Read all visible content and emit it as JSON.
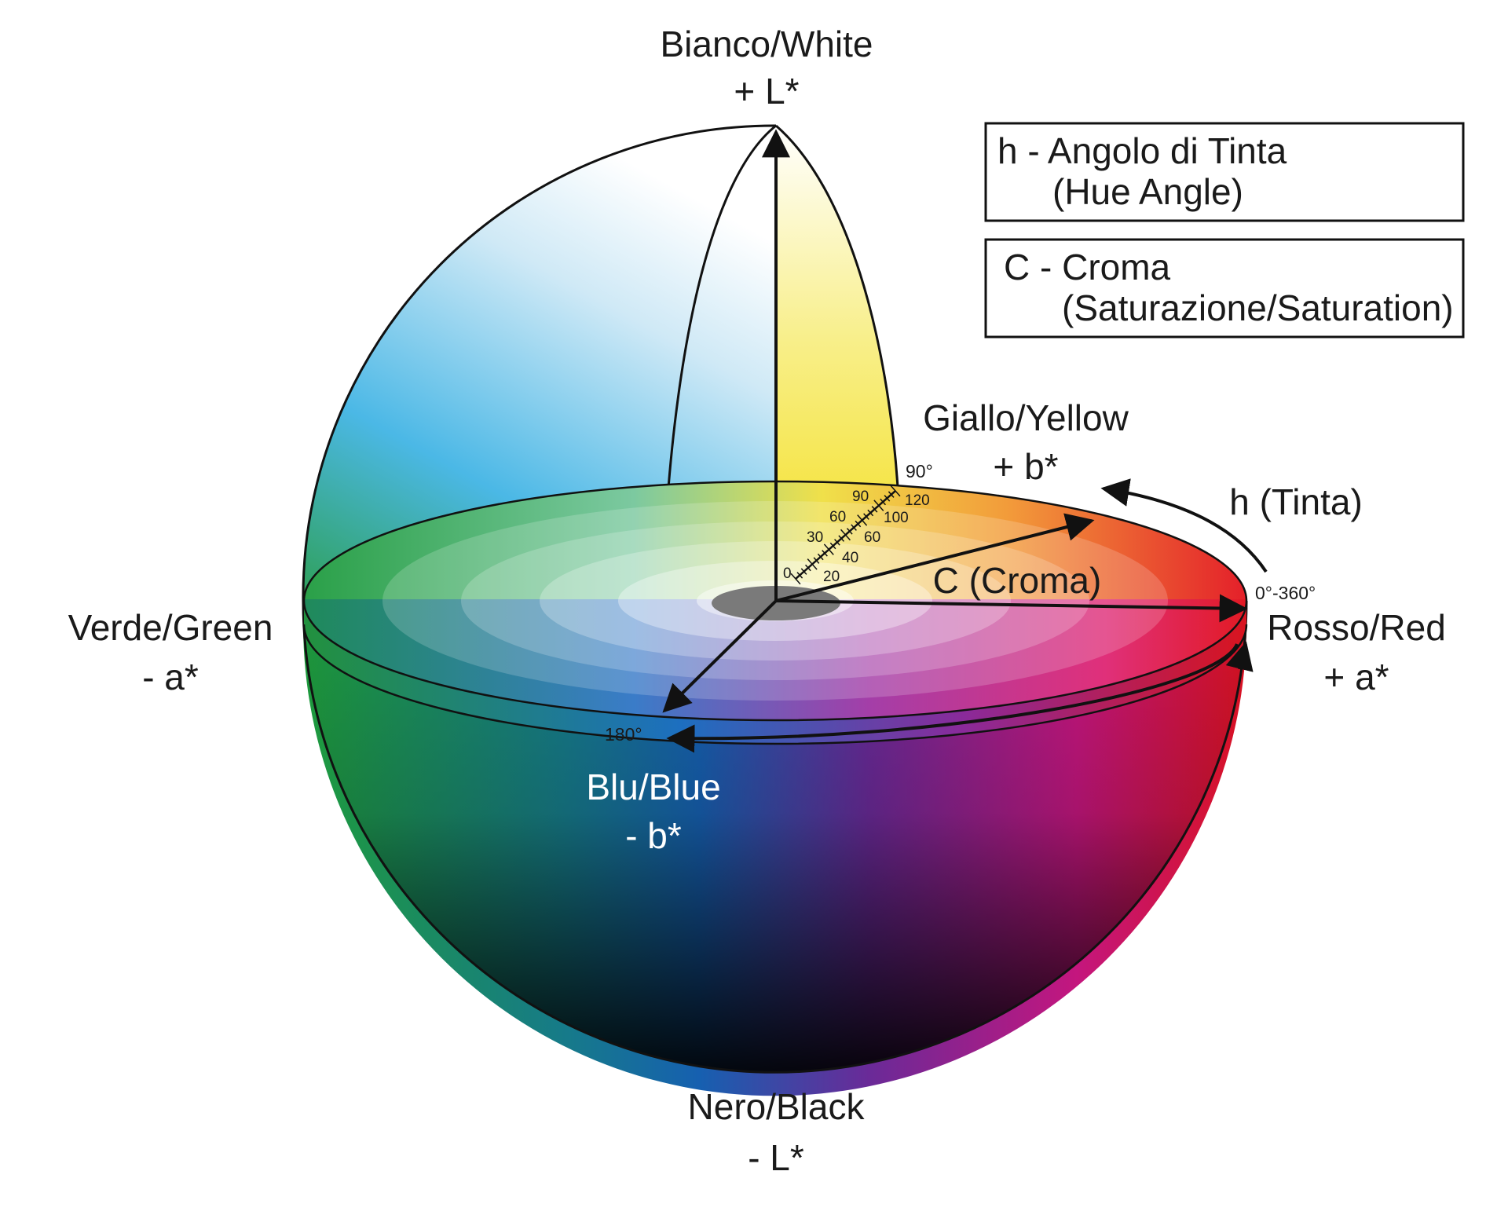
{
  "axes": {
    "white": {
      "name": "Bianco/White",
      "sign": "+ L*"
    },
    "black": {
      "name": "Nero/Black",
      "sign": "- L*"
    },
    "green": {
      "name": "Verde/Green",
      "sign": "- a*"
    },
    "red": {
      "name": "Rosso/Red",
      "sign": "+ a*"
    },
    "yellow": {
      "name": "Giallo/Yellow",
      "sign": "+ b*"
    },
    "blue": {
      "name": "Blu/Blue",
      "sign": "- b*"
    }
  },
  "legend": {
    "hue": {
      "line1": "h - Angolo di Tinta",
      "line2": "(Hue Angle)"
    },
    "chroma": {
      "line1": "C - Croma",
      "line2": "(Saturazione/Saturation)"
    }
  },
  "arrows": {
    "hue": "h (Tinta)",
    "chroma": "C (Croma)"
  },
  "angles": {
    "deg90": "90°",
    "deg180": "180°",
    "deg0_360": "0°-360°"
  },
  "scale": {
    "left": [
      "0",
      "30",
      "60",
      "90"
    ],
    "right": [
      "20",
      "40",
      "60",
      "100",
      "120"
    ]
  },
  "colors": {
    "red": "#e0151e",
    "yellow": "#f5e21a",
    "green": "#1e9a3c",
    "blue": "#1671c4",
    "magenta": "#c4167e",
    "cyan": "#4bb8e6",
    "outline": "#111111"
  }
}
